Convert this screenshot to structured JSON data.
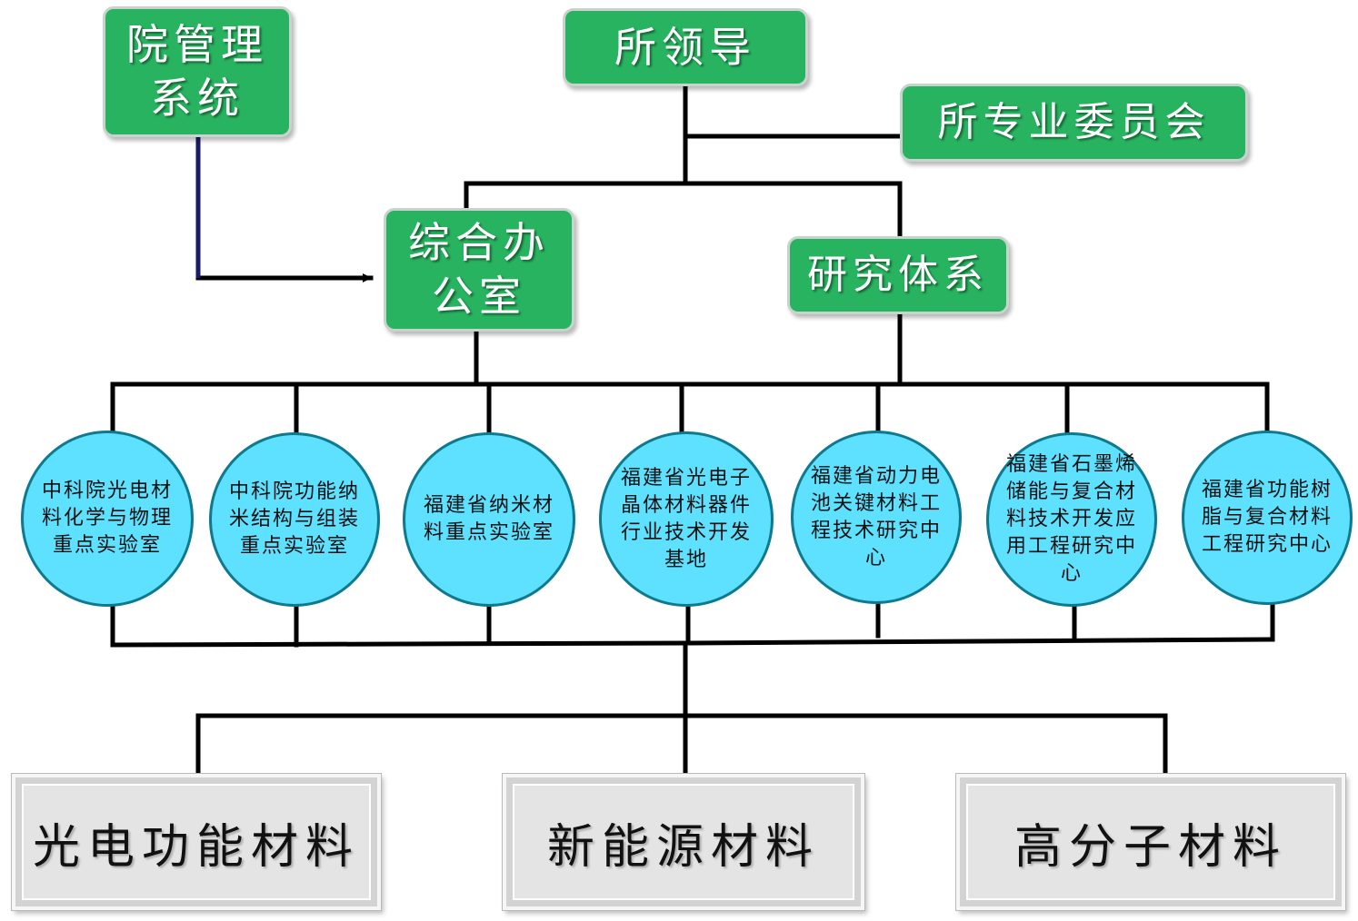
{
  "top": {
    "academy_mgmt": "院管理\n系统",
    "leadership": "所领导",
    "committee": "所专业委员会",
    "general_office": "综合办\n公室",
    "research_system": "研究体系"
  },
  "labs": [
    "中科院光电材料化学与物理重点实验室",
    "中科院功能纳米结构与组装重点实验室",
    "福建省纳米材料重点实验室",
    "福建省光电子晶体材料器件行业技术开发基地",
    "福建省动力电池关键材料工程技术研究中心",
    "福建省石墨烯储能与复合材料技术开发应用工程研究中心",
    "福建省功能树脂与复合材料工程研究中心"
  ],
  "fields": [
    "光电功能材料",
    "新能源材料",
    "高分子材料"
  ],
  "colors": {
    "green_box": "#27b35f",
    "circle_fill": "#5ee0ff",
    "circle_border": "#0f7a8f",
    "grey_box": "#e4e4e4",
    "connector": "#000000",
    "arrow_connector": "#1a1a66"
  }
}
